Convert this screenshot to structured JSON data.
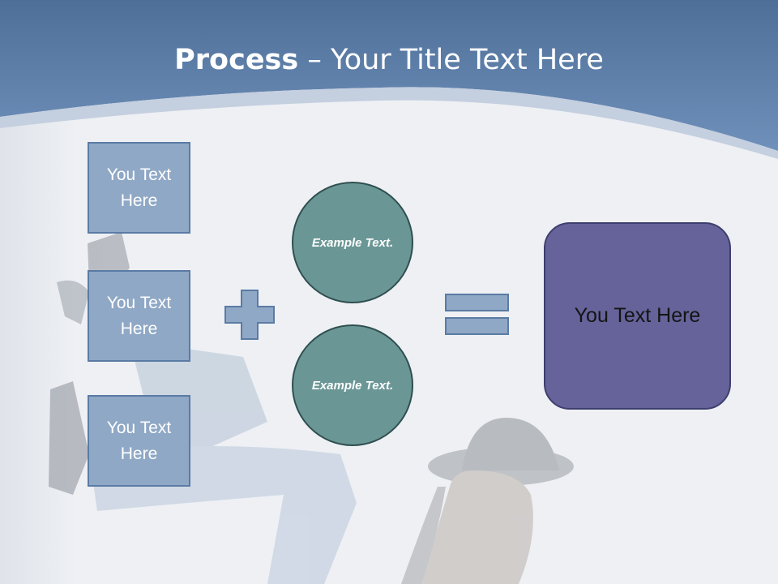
{
  "slide": {
    "title_bold": "Process",
    "title_rest": " – Your Title Text Here",
    "left_boxes": [
      {
        "label": "You Text Here"
      },
      {
        "label": "You Text Here"
      },
      {
        "label": "You Text Here"
      }
    ],
    "circles": [
      {
        "label": "Example Text."
      },
      {
        "label": "Example Text."
      }
    ],
    "result": {
      "label": "You Text Here"
    }
  },
  "colors": {
    "header_blue": "#5d80ac",
    "box_fill": "#8fa8c6",
    "circle_fill": "#6a9796",
    "result_fill": "#65639a"
  }
}
